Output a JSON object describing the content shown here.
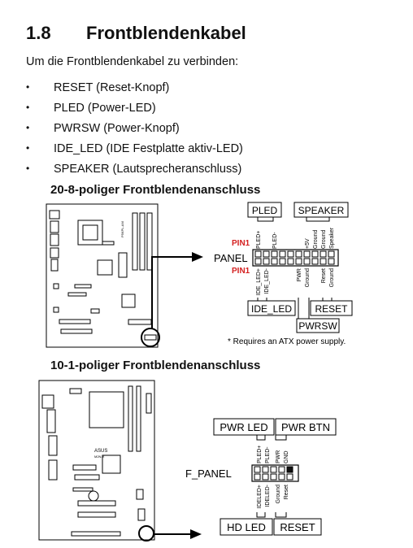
{
  "section": {
    "number": "1.8",
    "title": "Frontblendenkabel"
  },
  "intro": "Um die Frontblendenkabel zu verbinden:",
  "bullets": [
    "RESET (Reset-Knopf)",
    "PLED (Power-LED)",
    "PWRSW (Power-Knopf)",
    "IDE_LED (IDE Festplatte aktiv-LED)",
    "SPEAKER (Lautsprecheranschluss)"
  ],
  "diagram1": {
    "title": "20-8-poliger Frontblendenanschluss",
    "connector_label": "PANEL",
    "pin1_label": "PIN1",
    "top_groups": [
      "PLED",
      "SPEAKER"
    ],
    "top_pins": [
      "PLED+",
      "PLED-",
      "+5V",
      "Ground",
      "Ground",
      "Speaker"
    ],
    "bottom_pins": [
      "IDE_LED+",
      "IDE_LED-",
      "PWR",
      "Ground",
      "Reset",
      "Ground"
    ],
    "bottom_groups": [
      "IDE_LED",
      "PWRSW",
      "RESET"
    ],
    "note": "* Requires an ATX power supply.",
    "board_text": "P5KPL-AM"
  },
  "diagram2": {
    "title": "10-1-poliger Frontblendenanschluss",
    "connector_label": "F_PANEL",
    "top_groups": [
      "PWR LED",
      "PWR BTN"
    ],
    "top_pins": [
      "PLED+",
      "PLED-",
      "PWR",
      "GND"
    ],
    "bottom_pins": [
      "IDELED+",
      "IDELED-",
      "Ground",
      "Reset"
    ],
    "bottom_groups": [
      "HD LED",
      "RESET"
    ],
    "board_text": "M2N-X",
    "board_logo": "ASUS"
  },
  "colors": {
    "pin1": "#d42020",
    "line": "#000000"
  }
}
